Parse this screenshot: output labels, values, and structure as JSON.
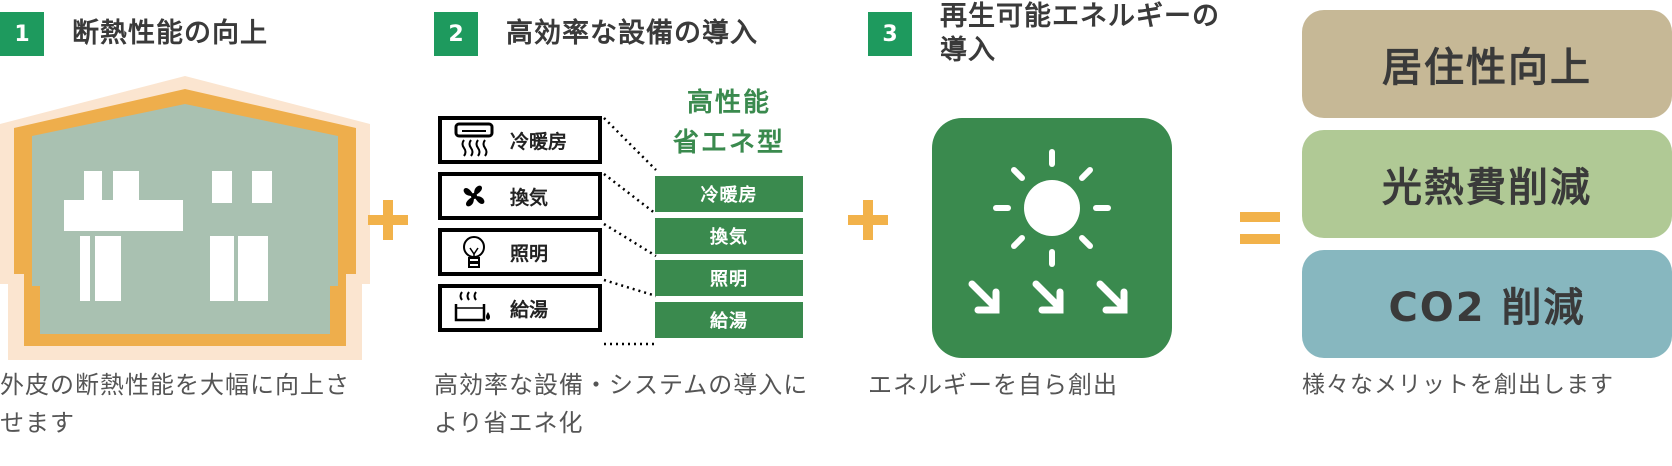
{
  "steps": [
    {
      "number": "1",
      "title": "断熱性能の向上",
      "description": "外皮の断熱性能を大幅に向上させます"
    },
    {
      "number": "2",
      "title": "高効率な設備の導入",
      "description": "高効率な設備・システムの導入により省エネ化"
    },
    {
      "number": "3",
      "title": "再生可能エネルギーの導入",
      "description": "エネルギーを自ら創出"
    }
  ],
  "equipment": {
    "items": [
      {
        "label": "冷暖房",
        "icon": "air-conditioner-icon"
      },
      {
        "label": "換気",
        "icon": "fan-icon"
      },
      {
        "label": "照明",
        "icon": "light-bulb-icon"
      },
      {
        "label": "給湯",
        "icon": "water-heater-icon"
      }
    ],
    "high_performance_label_line1": "高性能",
    "high_performance_label_line2": "省エネ型",
    "upgraded": [
      "冷暖房",
      "換気",
      "照明",
      "給湯"
    ]
  },
  "result": {
    "benefits": [
      {
        "label": "居住性向上",
        "color": "#c6b896"
      },
      {
        "label": "光熱費削減",
        "color": "#b0c995"
      },
      {
        "label": "CO2 削減",
        "color": "#87b7bf"
      }
    ],
    "description": "様々なメリットを創出します"
  },
  "colors": {
    "badge": "#1e9a5e",
    "operator": "#f2b24a",
    "house_fill": "#a9c1b1",
    "house_border": "#eeae4c",
    "house_glow": "#fbe5d0",
    "solar_bg": "#3a8a4e"
  }
}
